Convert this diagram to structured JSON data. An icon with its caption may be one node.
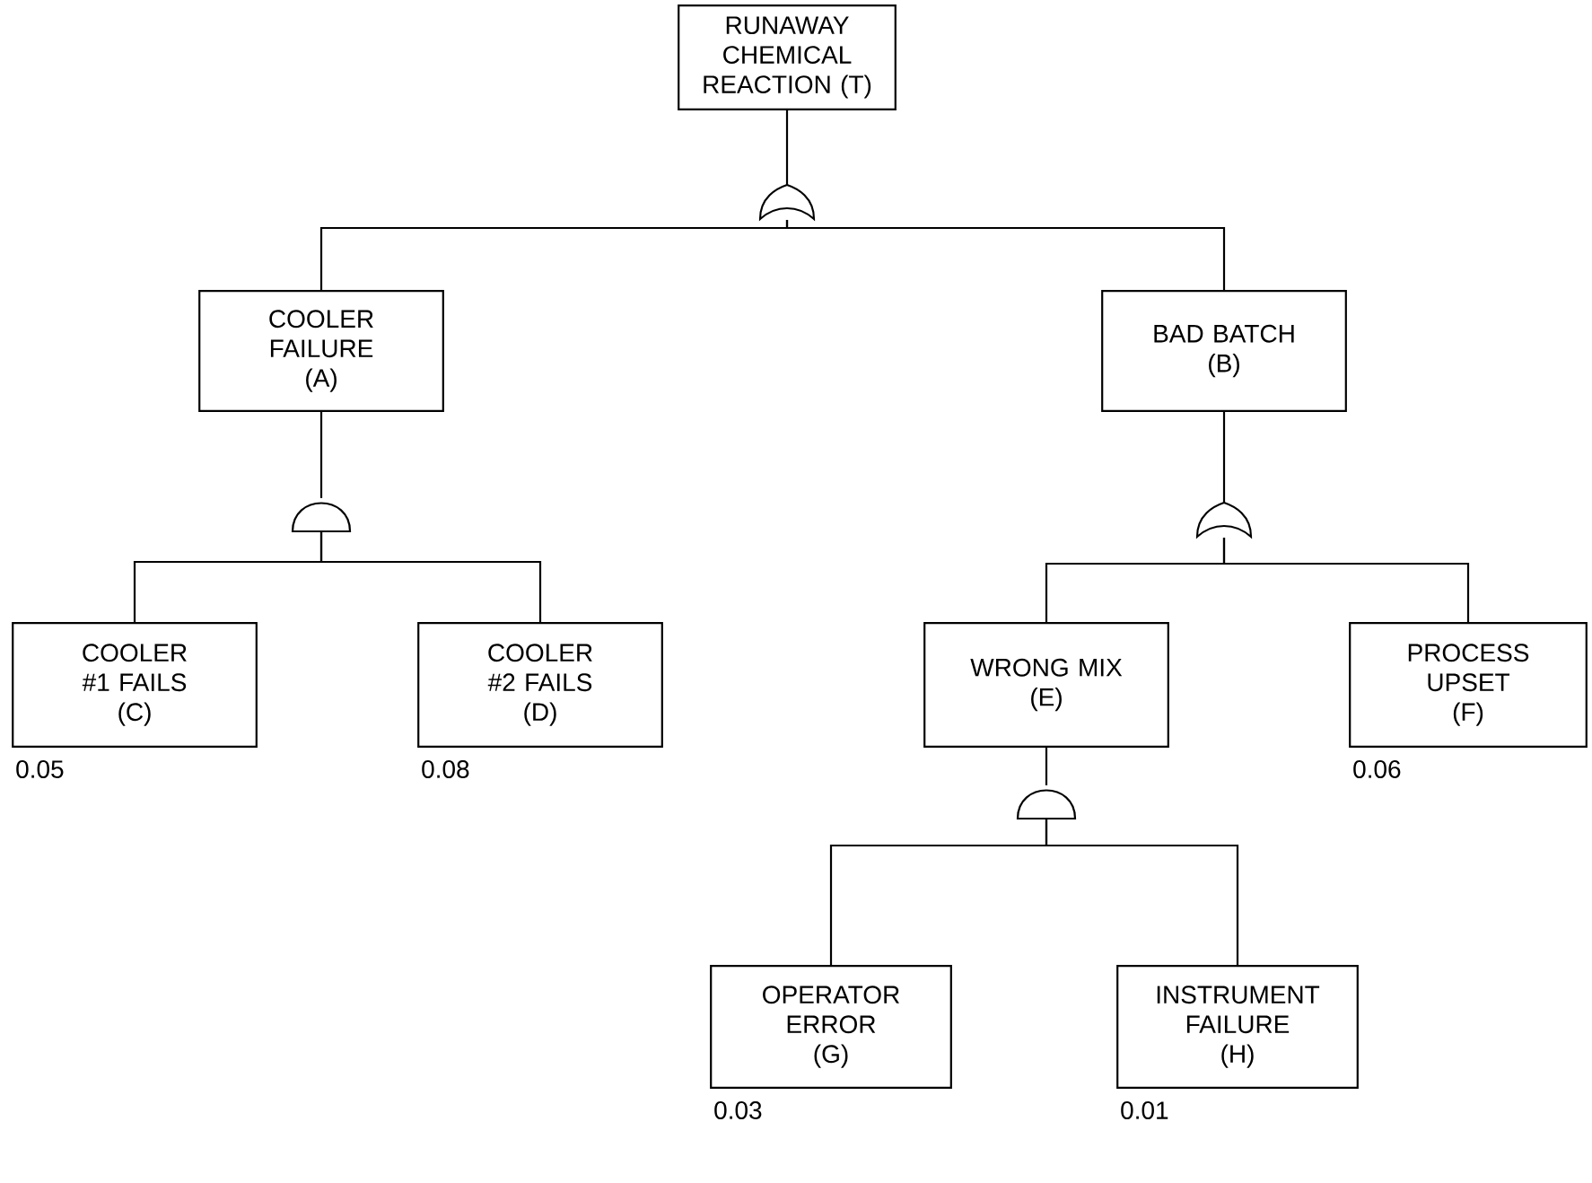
{
  "diagram": {
    "nodes": [
      {
        "text": [
          "RUNAWAY CHEMICAL REACTION (T)"
        ]
      },
      {
        "text": [],
        "shape": "shield"
      },
      {
        "text": [
          "COOLER FAILURE",
          "(A)"
        ]
      },
      {
        "text": [
          "BAD BATCH",
          "(B)"
        ]
      },
      {
        "text": [],
        "shape": "semicircle"
      },
      {
        "text": [],
        "shape": "shield"
      },
      {
        "text": [
          "COOLER #1 FAILS",
          "(C)"
        ],
        "beside": [
          "0.05"
        ]
      },
      {
        "text": [
          "COOLER #2 FAILS",
          "(D)"
        ],
        "beside": [
          "0.08"
        ]
      },
      {
        "text": [
          "WRONG MIX",
          "(E)"
        ]
      },
      {
        "text": [
          "PROCESS UPSET",
          "(F)"
        ],
        "beside": [
          "0.06"
        ]
      },
      {
        "text": [],
        "shape": "semicircle"
      },
      {
        "text": [
          "OPERATOR ERROR",
          "(G)"
        ],
        "beside": [
          "0.03"
        ]
      },
      {
        "text": [
          "INSTRUMENT FAILURE",
          "(H)"
        ],
        "beside": [
          "0.01"
        ]
      }
    ],
    "edges": [
      {
        "from": 0,
        "to": 1,
        "arrow": "none"
      },
      {
        "from": 1,
        "to": 2,
        "arrow": "none"
      },
      {
        "from": 1,
        "to": 3,
        "arrow": "none"
      },
      {
        "from": 2,
        "to": 4,
        "arrow": "none"
      },
      {
        "from": 3,
        "to": 5,
        "arrow": "none"
      },
      {
        "from": 4,
        "to": 6,
        "arrow": "none"
      },
      {
        "from": 4,
        "to": 7,
        "arrow": "none"
      },
      {
        "from": 5,
        "to": 8,
        "arrow": "none"
      },
      {
        "from": 5,
        "to": 9,
        "arrow": "none"
      },
      {
        "from": 8,
        "to": 10,
        "arrow": "none"
      },
      {
        "from": 10,
        "to": 11,
        "arrow": "none"
      },
      {
        "from": 10,
        "to": 12,
        "arrow": "none"
      }
    ]
  }
}
